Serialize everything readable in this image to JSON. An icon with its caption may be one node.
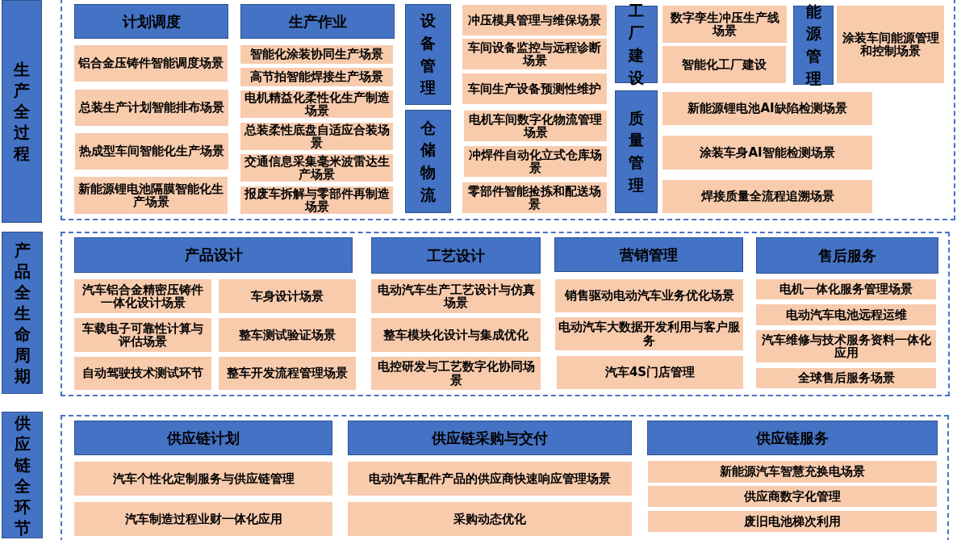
{
  "diagram": {
    "nodes": [
      {
        "text": [
          "生产全过程"
        ]
      },
      {
        "text": [],
        "shape": "box"
      },
      {
        "text": [
          "计划调度"
        ],
        "in": 1
      },
      {
        "text": [
          "铝合金压铸件智能调度场景"
        ],
        "in": 1
      },
      {
        "text": [
          "总装生产计划智能排布场景"
        ],
        "in": 1
      },
      {
        "text": [
          "热成型车间智能化生产场景"
        ],
        "in": 1
      },
      {
        "text": [
          "新能源锂电池隔膜智能化生产场景"
        ],
        "in": 1
      },
      {
        "text": [
          "生产作业"
        ],
        "in": 1
      },
      {
        "text": [
          "智能化涂装协同生产场景"
        ],
        "in": 1
      },
      {
        "text": [
          "高节拍智能焊接生产场景"
        ],
        "in": 1
      },
      {
        "text": [
          "电机精益化柔性化生产制造场景"
        ],
        "in": 1
      },
      {
        "text": [
          "总装柔性底盘自适应合装场景"
        ],
        "in": 1
      },
      {
        "text": [
          "交通信息采集毫米波雷达生产场景"
        ],
        "in": 1
      },
      {
        "text": [
          "报废车拆解与零部件再制造场景"
        ],
        "in": 1
      },
      {
        "text": [
          "设备管理"
        ],
        "in": 1
      },
      {
        "text": [
          "冲压模具管理与维保场景"
        ],
        "in": 1
      },
      {
        "text": [
          "车间设备监控与远程诊断场景"
        ],
        "in": 1
      },
      {
        "text": [
          "车间生产设备预测性维护"
        ],
        "in": 1
      },
      {
        "text": [
          "仓储物流"
        ],
        "in": 1
      },
      {
        "text": [
          "电机车间数字化物流管理场景"
        ],
        "in": 1
      },
      {
        "text": [
          "冲焊件自动化立式仓库场景"
        ],
        "in": 1
      },
      {
        "text": [
          "零部件智能捡拣和配送场景"
        ],
        "in": 1
      },
      {
        "text": [
          "工厂建设"
        ],
        "in": 1
      },
      {
        "text": [
          "数字孪生冲压生产线场景"
        ],
        "in": 1
      },
      {
        "text": [
          "智能化工厂建设"
        ],
        "in": 1
      },
      {
        "text": [
          "能源管理"
        ],
        "in": 1
      },
      {
        "text": [
          "涂装车间能源管理和控制场景"
        ],
        "in": 1
      },
      {
        "text": [
          "质量管理"
        ],
        "in": 1
      },
      {
        "text": [
          "新能源锂电池AI缺陷检测场景"
        ],
        "in": 1
      },
      {
        "text": [
          "涂装车身AI智能检测场景"
        ],
        "in": 1
      },
      {
        "text": [
          "焊接质量全流程追溯场景"
        ],
        "in": 1
      },
      {
        "text": [
          "产品全生命周期"
        ]
      },
      {
        "text": [],
        "shape": "box"
      },
      {
        "text": [
          "产品设计"
        ],
        "in": 32
      },
      {
        "text": [
          "汽车铝合金精密压铸件一体化设计场景"
        ],
        "in": 32
      },
      {
        "text": [
          "车身设计场景"
        ],
        "in": 32
      },
      {
        "text": [
          "车载电子可靠性计算与评估场景"
        ],
        "in": 32
      },
      {
        "text": [
          "整车测试验证场景"
        ],
        "in": 32
      },
      {
        "text": [
          "自动驾驶技术测试环节"
        ],
        "in": 32
      },
      {
        "text": [
          "整车开发流程管理场景"
        ],
        "in": 32
      },
      {
        "text": [
          "工艺设计"
        ],
        "in": 32
      },
      {
        "text": [
          "电动汽车生产工艺设计与仿真场景"
        ],
        "in": 32
      },
      {
        "text": [
          "整车模块化设计与集成优化"
        ],
        "in": 32
      },
      {
        "text": [
          "电控研发与工艺数字化协同场景"
        ],
        "in": 32
      },
      {
        "text": [
          "营销管理"
        ],
        "in": 32
      },
      {
        "text": [
          "销售驱动电动汽车业务优化场景"
        ],
        "in": 32
      },
      {
        "text": [
          "电动汽车大数据开发利用与客户服务"
        ],
        "in": 32
      },
      {
        "text": [
          "汽车4S门店管理"
        ],
        "in": 32
      },
      {
        "text": [
          "售后服务"
        ],
        "in": 32
      },
      {
        "text": [
          "电机一体化服务管理场景"
        ],
        "in": 32
      },
      {
        "text": [
          "电动汽车电池远程运维"
        ],
        "in": 32
      },
      {
        "text": [
          "汽车维修与技术服务资料一体化应用"
        ],
        "in": 32
      },
      {
        "text": [
          "全球售后服务场景"
        ],
        "in": 32
      },
      {
        "text": [
          "供应链全环节"
        ]
      },
      {
        "text": [],
        "shape": "box"
      },
      {
        "text": [
          "供应链计划"
        ],
        "in": 54
      },
      {
        "text": [
          "汽车个性化定制服务与供应链管理"
        ],
        "in": 54
      },
      {
        "text": [
          "汽车制造过程业财一体化应用"
        ],
        "in": 54
      },
      {
        "text": [
          "供应链采购与交付"
        ],
        "in": 54
      },
      {
        "text": [
          "电动汽车配件产品的供应商快速响应管理场景"
        ],
        "in": 54
      },
      {
        "text": [
          "采购动态优化"
        ],
        "in": 54
      },
      {
        "text": [
          "供应链服务"
        ],
        "in": 54
      },
      {
        "text": [
          "新能源汽车智慧充换电场景"
        ],
        "in": 54
      },
      {
        "text": [
          "供应商数字化管理"
        ],
        "in": 54
      },
      {
        "text": [
          "废旧电池梯次利用"
        ],
        "in": 54
      }
    ]
  }
}
